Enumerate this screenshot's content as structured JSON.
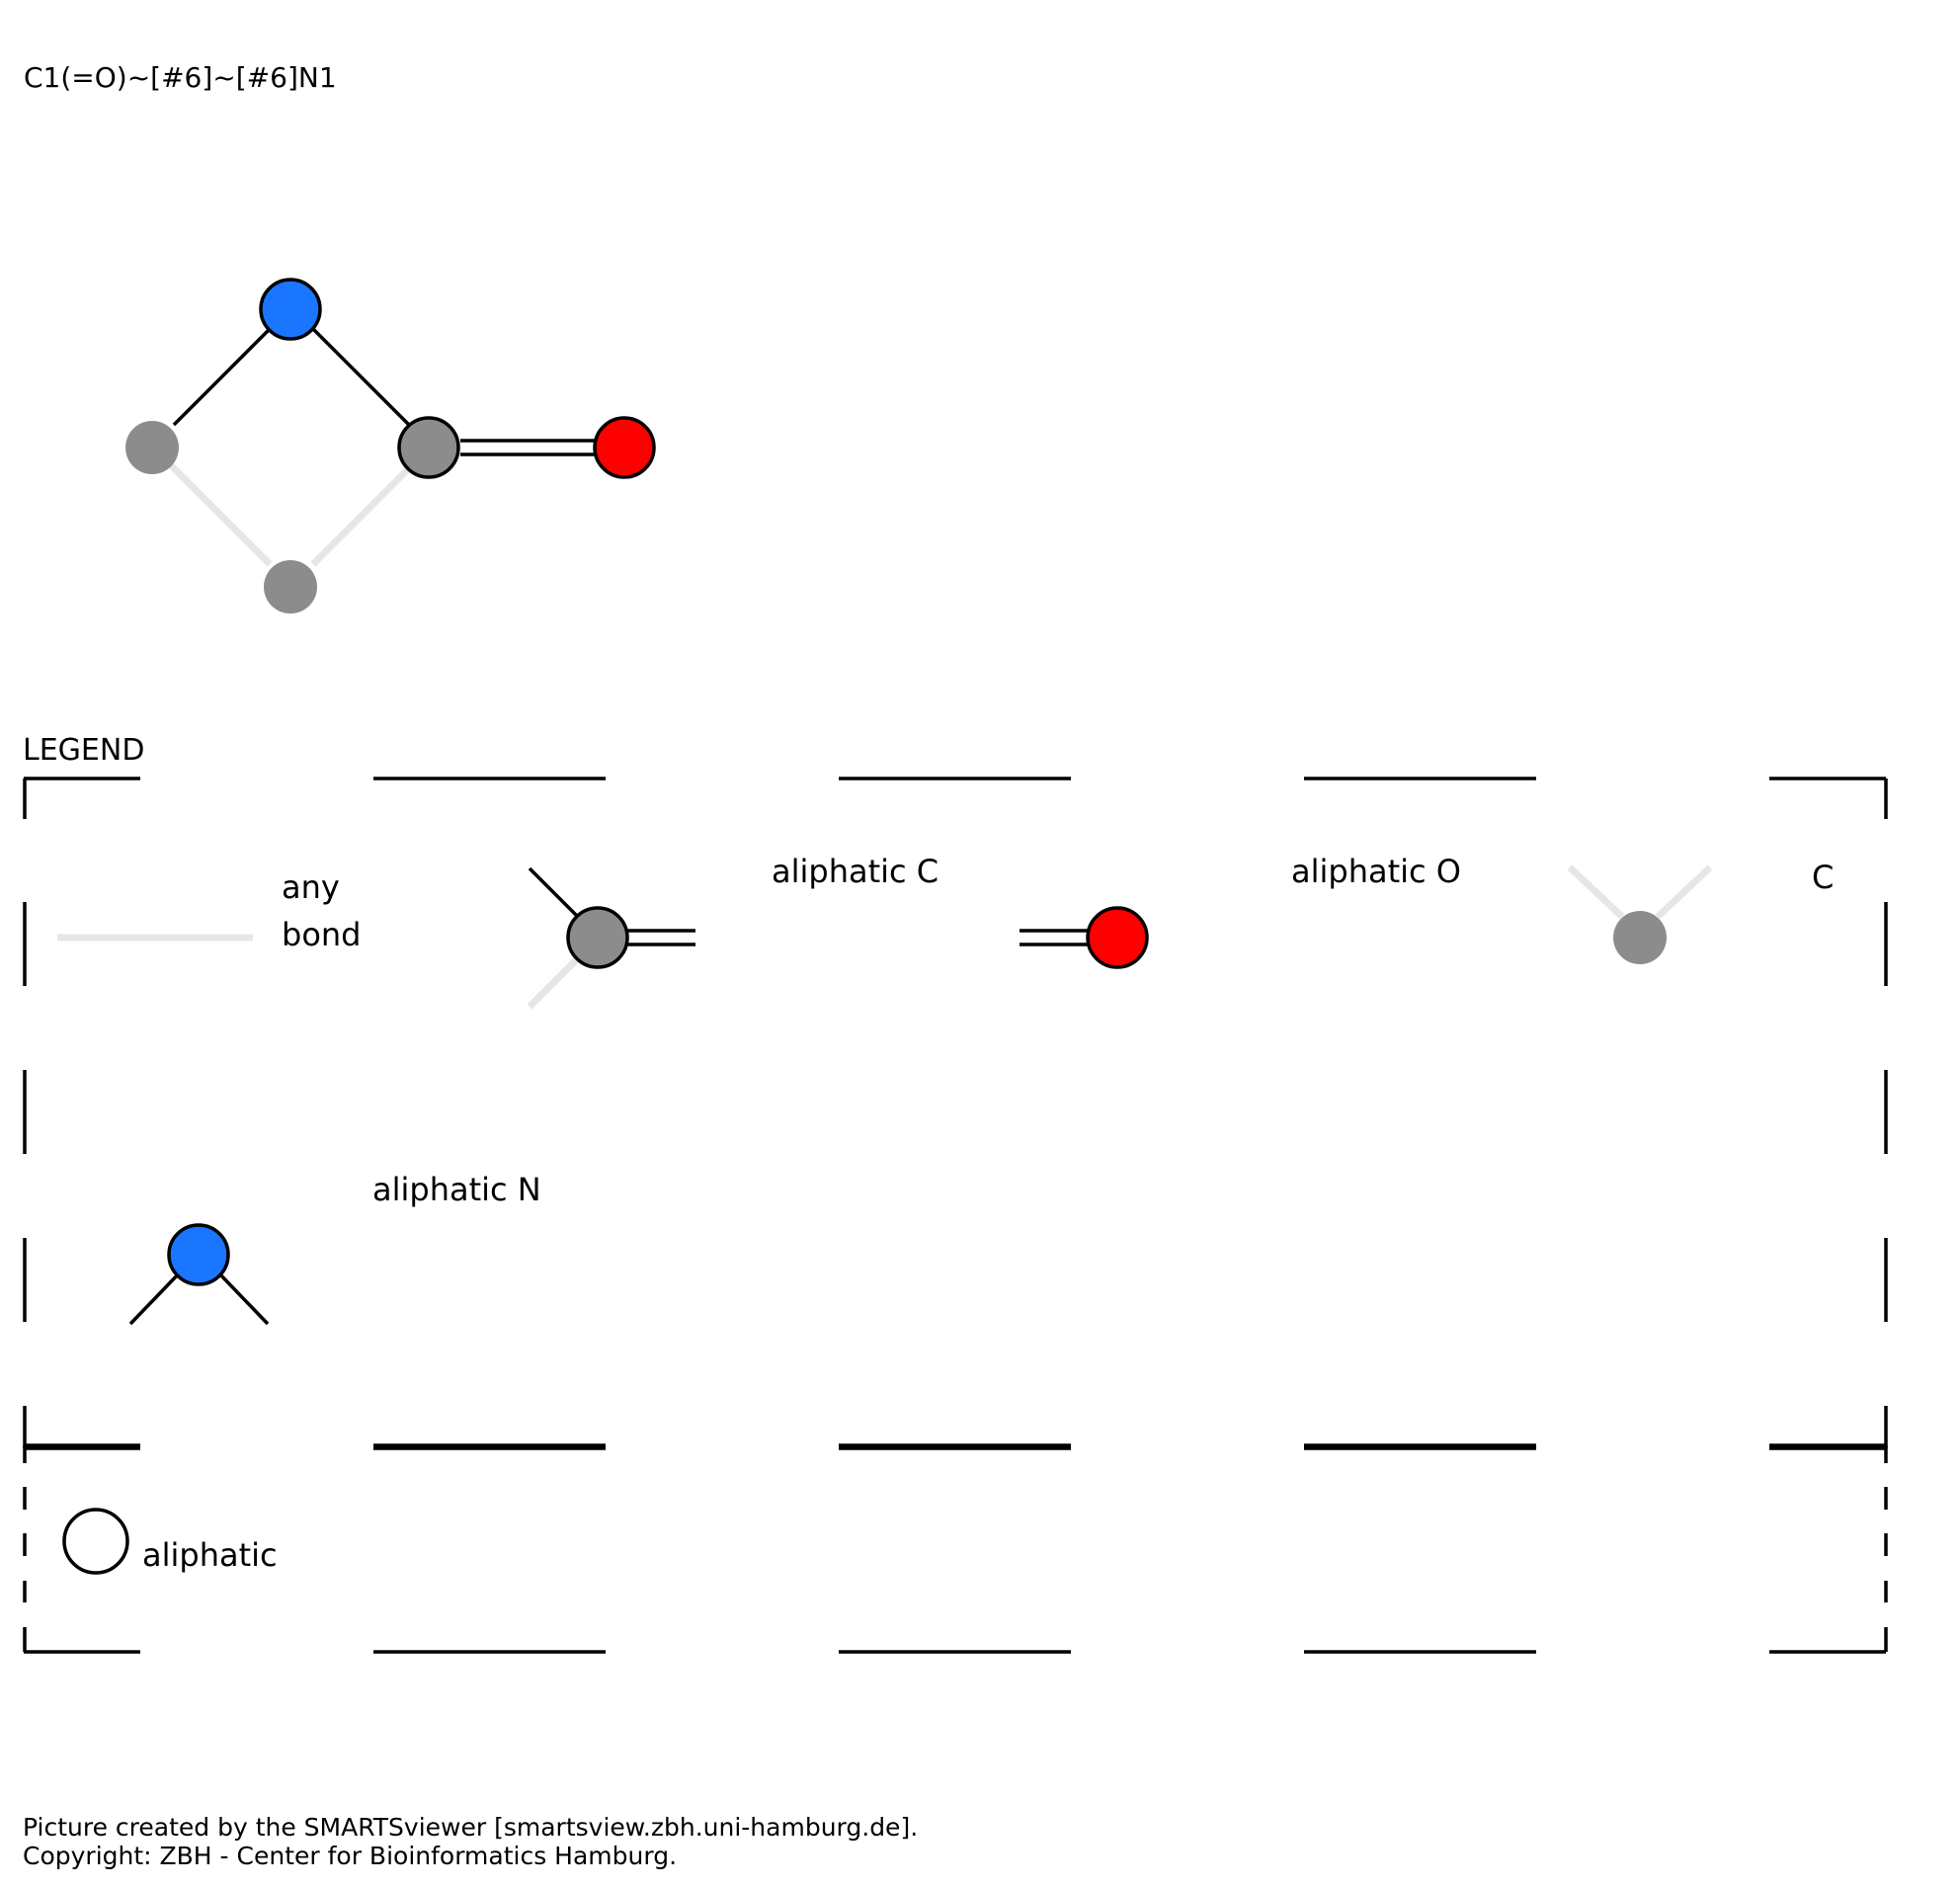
{
  "smarts": "C1(=O)~[#6]~[#6]N1",
  "legend": {
    "title": "LEGEND",
    "any_bond": [
      "any",
      "bond"
    ],
    "aliphatic_c": "aliphatic C",
    "aliphatic_o": "aliphatic O",
    "c_label": "C",
    "aliphatic_n": "aliphatic N",
    "aliphatic": "aliphatic"
  },
  "footer": {
    "line1": "Picture created by the SMARTSviewer [smartsview.zbh.uni-hamburg.de].",
    "line2": "Copyright: ZBH - Center for Bioinformatics Hamburg."
  },
  "colors": {
    "nitrogen": "#1a75ff",
    "oxygen": "#ff0000",
    "carbon": "#8c8c8c",
    "any_bond": "#e6e6e6",
    "bond": "#000000"
  }
}
